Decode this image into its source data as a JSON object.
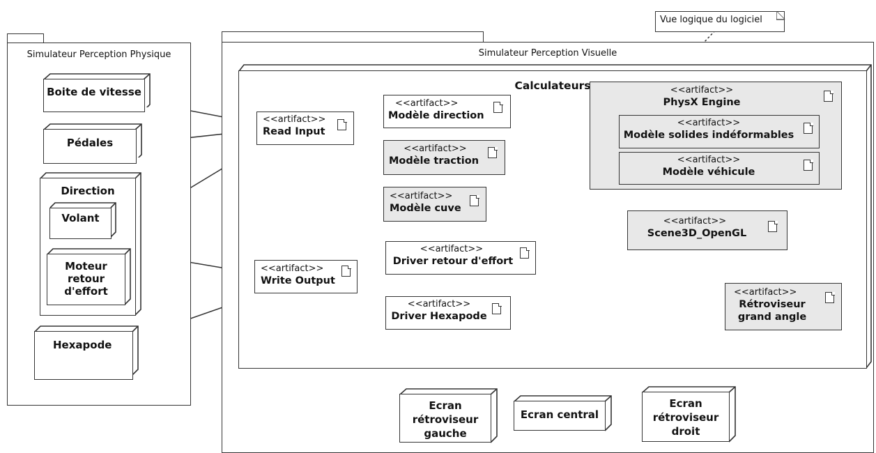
{
  "note": {
    "text": "Vue logique du logiciel"
  },
  "packages": {
    "physique": {
      "title": "Simulateur Perception Physique"
    },
    "visuelle": {
      "title": "Simulateur Perception Visuelle"
    }
  },
  "calculateurs": {
    "title": "Calculateurs"
  },
  "stereotype": "<<artifact>>",
  "physique_nodes": {
    "boite": "Boite de vitesse",
    "pedales": "Pédales",
    "direction": "Direction",
    "volant": "Volant",
    "moteur": "Moteur retour d'effort",
    "hexapode": "Hexapode"
  },
  "artifacts": {
    "read_input": "Read Input",
    "write_output": "Write Output",
    "modele_direction": "Modèle direction",
    "modele_traction": "Modèle traction",
    "modele_cuve": "Modèle cuve",
    "driver_retour": "Driver retour d'effort",
    "driver_hexapode": "Driver Hexapode",
    "physx": "PhysX Engine",
    "solides": "Modèle solides indéformables",
    "vehicule": "Modèle véhicule",
    "scene3d": "Scene3D_OpenGL",
    "retro_grand": "Rétroviseur grand angle"
  },
  "ecrans": {
    "gauche": "Ecran rétroviseur gauche",
    "central": "Ecran central",
    "droit": "Ecran rétroviseur droit"
  }
}
